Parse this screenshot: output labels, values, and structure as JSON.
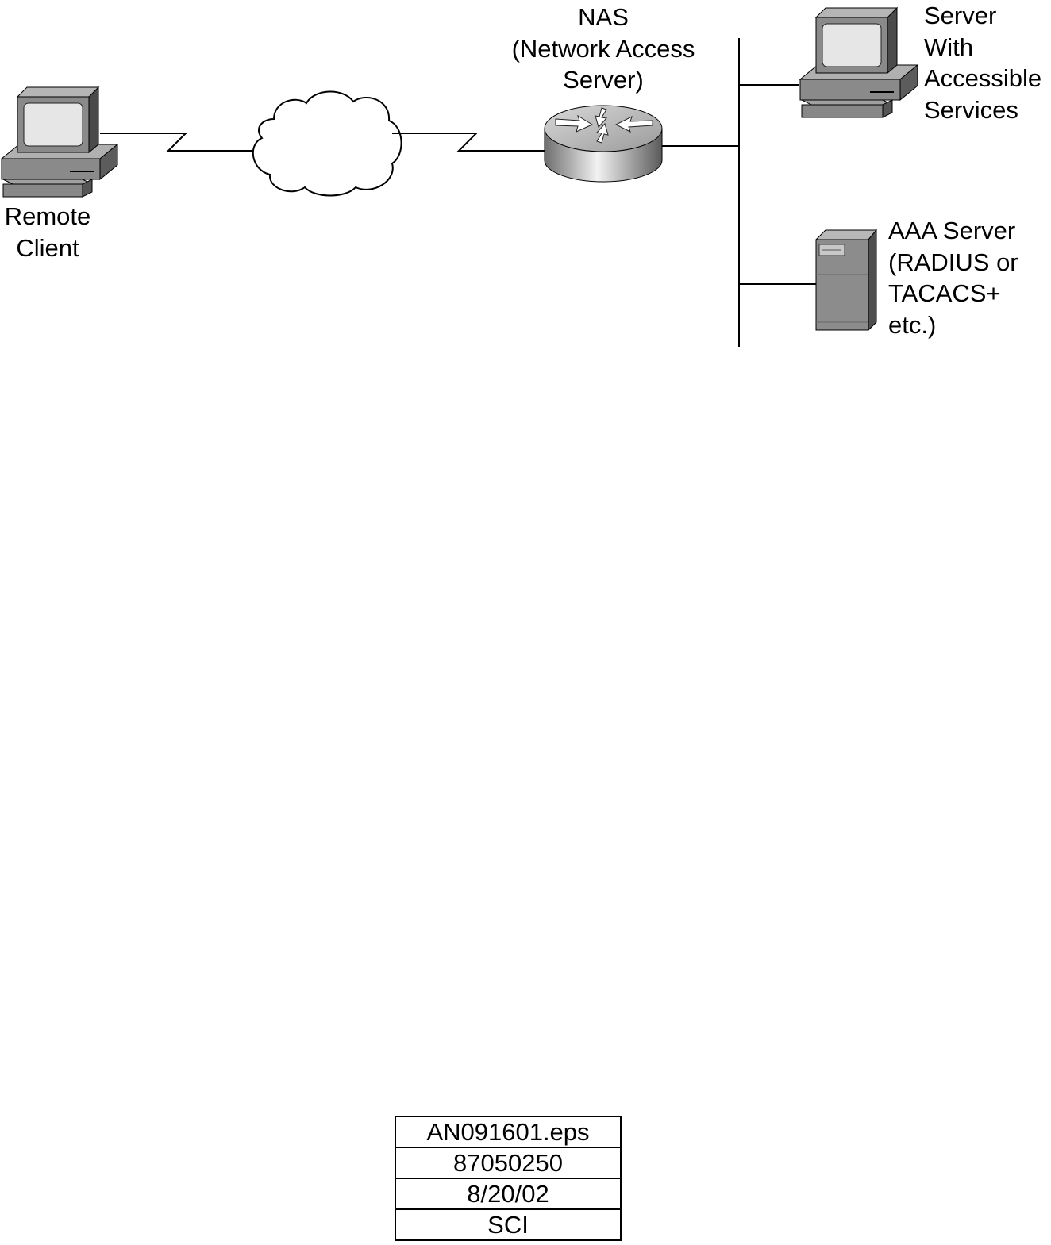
{
  "labels": {
    "nas": [
      "NAS",
      "(Network Access",
      "Server)"
    ],
    "remote_client": [
      "Remote",
      "Client"
    ],
    "server": [
      "Server",
      "With",
      "Accessible",
      "Services"
    ],
    "aaa": [
      "AAA Server",
      "(RADIUS or",
      "TACACS+",
      "etc.)"
    ]
  },
  "meta_table": [
    "AN091601.eps",
    "87050250",
    "8/20/02",
    "SCI"
  ],
  "colors": {
    "line": "#000000",
    "device_gray": "#8c8c8c",
    "screen": "#e6e6e6"
  }
}
